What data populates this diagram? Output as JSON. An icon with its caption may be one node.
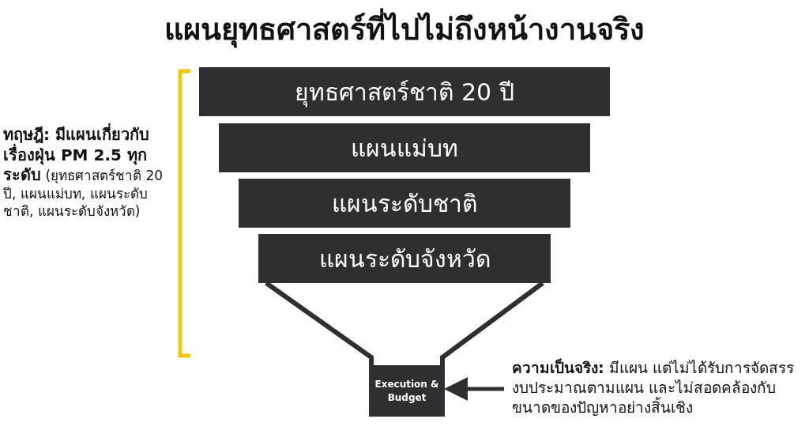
{
  "diagram": {
    "title": "แผนยุทธศาสตร์ที่ไปไม่ถึงหน้างานจริง",
    "nodes": [
      {
        "text": [
          "ยุทธศาสตร์ชาติ 20 ปี"
        ]
      },
      {
        "text": [
          "แผนแม่บท"
        ]
      },
      {
        "text": [
          "แผนระดับชาติ"
        ]
      },
      {
        "text": [
          "แผนระดับจังหวัด"
        ]
      },
      {
        "text": [
          "Execution & Budget"
        ]
      },
      {
        "text": [
          "**ความเป็นจริง:** มีแผน แต่ไม่ได้รับการจัดสรรงบประมาณตามแผน และไม่สอดคล้องกับขนาดของปัญหาอย่างสิ้นเชิง"
        ]
      }
    ],
    "edges": [
      {
        "from": 5,
        "to": 4,
        "arrow": "to"
      }
    ],
    "labels": [
      "**ทฤษฎี: มีแผนเกี่ยวกับเรื่องฝุ่น PM 2.5 ทุกระดับ** (ยุทธศาสตร์ชาติ 20 ปี, แผนแม่บท, แผนระดับชาติ, แผนระดับจังหวัด)"
    ]
  }
}
